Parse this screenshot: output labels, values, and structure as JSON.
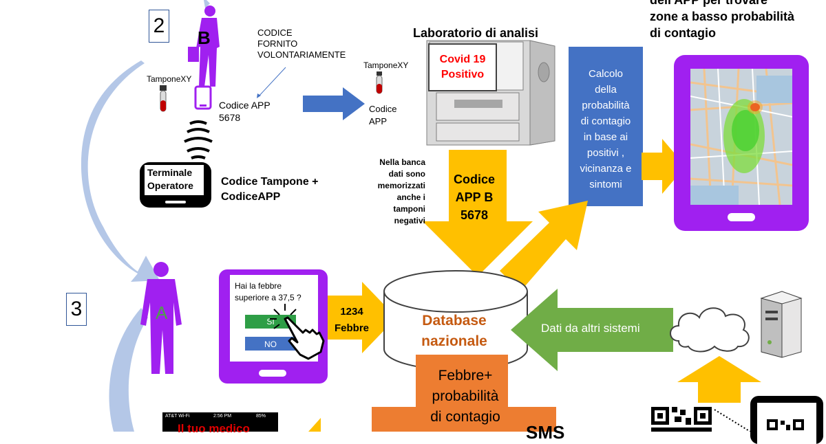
{
  "step2": {
    "number": "2",
    "person_letter": "B",
    "tube_label": "TamponeXY",
    "app_code": "Codice APP\n5678"
  },
  "code_note": "CODICE\nFORNITO\nVOLONTARIAMENTE",
  "terminal": {
    "label": "Terminale\nOperatore",
    "caption": "Codice Tampone +\nCodiceAPP"
  },
  "lab": {
    "title": "Laboratorio di analisi",
    "screen_text": "Covid 19\nPositivo",
    "tube_label": "TamponeXY",
    "code_label": "Codice\nAPP"
  },
  "db_note": "Nella banca\ndati sono\nmemorizzati\nanche i\ntamponi\nnegativi",
  "arrow_code": "Codice\nAPP B\n5678",
  "calc_box": "Calcolo\ndella\nprobabilità\ndi contagio\nin base ai\npositivi ,\nvicinanza e\nsintomi",
  "map_caption": "dell'APP per trovare\nzone a basso probabilità\ndi contagio",
  "step3": {
    "number": "3",
    "person_letter": "A"
  },
  "fever_app": {
    "question": "Hai la febbre\nsuperiore a 37,5 ?",
    "yes": "SI",
    "no": "NO"
  },
  "fever_arrow": "1234\nFebbre",
  "database": "Database\nnazionale",
  "other_systems": "Dati da altri sistemi",
  "down_arrow": "Febbre+\nprobabilità\ndi contagio",
  "phone_status": {
    "carrier": "AT&T Wi-Fi",
    "time": "2:56 PM",
    "battery": "85%"
  },
  "doctor_text": "Il tuo medico",
  "sms_text": "SMS",
  "colors": {
    "purple": "#a020f0",
    "blue_box": "#4472c4",
    "yellow": "#ffc000",
    "green": "#70ad47",
    "orange": "#ed7d31",
    "curve": "#b4c7e7"
  }
}
